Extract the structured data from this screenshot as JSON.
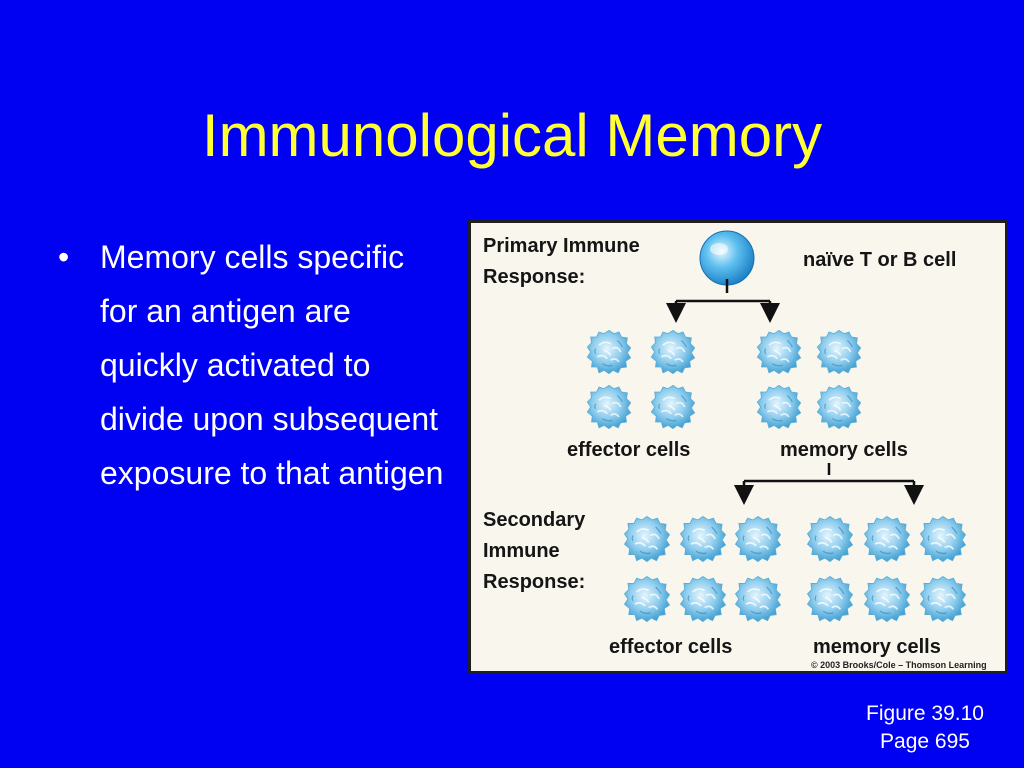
{
  "slide": {
    "title": "Immunological Memory",
    "bullet_symbol": "•",
    "bullet_text": "Memory cells specific for an antigen are quickly activated to divide upon subsequent exposure to that antigen",
    "figure_number": "Figure 39.10",
    "page": "Page 695"
  },
  "figure": {
    "primary_label": "Primary Immune Response:",
    "naive_cell_label": "naïve T or B cell",
    "effector_label_1": "effector cells",
    "memory_label_1": "memory cells",
    "secondary_label": "Secondary Immune Response:",
    "effector_label_2": "effector cells",
    "memory_label_2": "memory cells",
    "copyright": "© 2003 Brooks/Cole – Thomson Learning"
  },
  "colors": {
    "background": "#0000f2",
    "title": "#ffff33",
    "panel": "#f9f6ee",
    "cell_light": "#b9e2f5",
    "cell_dark": "#3d9ccf"
  }
}
